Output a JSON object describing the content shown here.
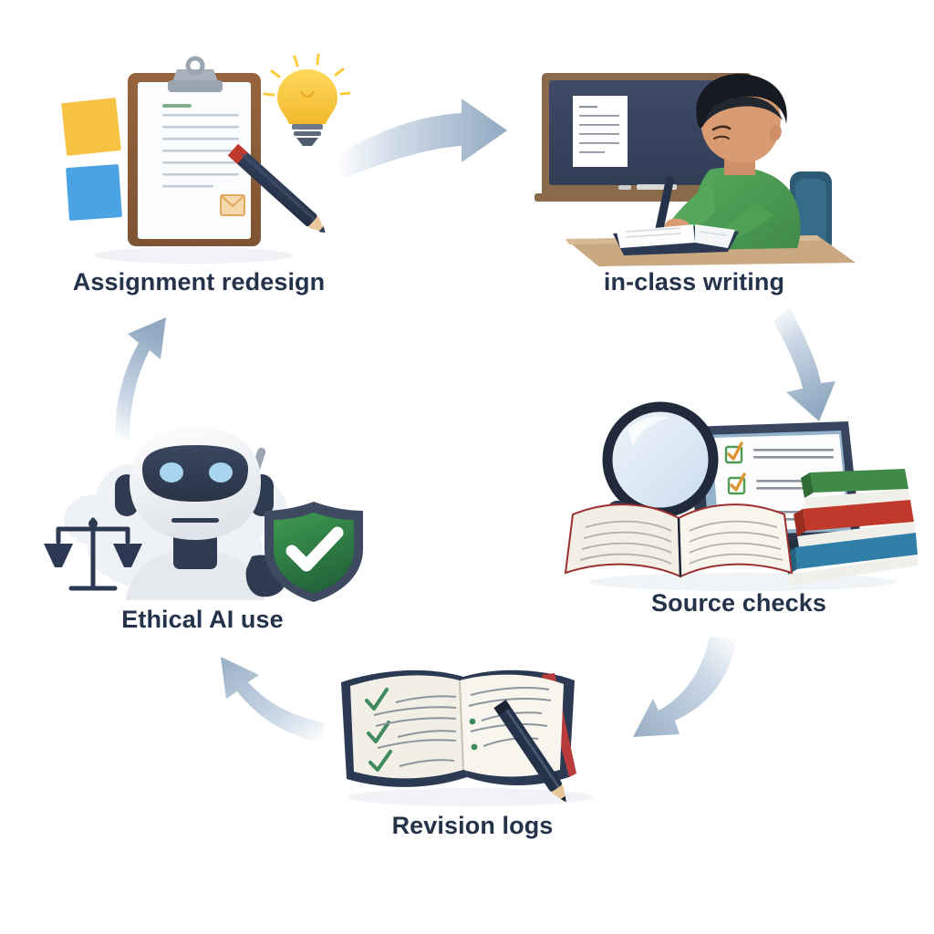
{
  "diagram": {
    "type": "cycle-diagram",
    "background_color": "#ffffff",
    "label_color": "#24324a",
    "arrow_color_head": "#8fa8c0",
    "arrow_color_tail": "#ffffff",
    "node_count": 5,
    "arrow_count": 5,
    "nodes": [
      {
        "id": "assignment-redesign",
        "label": "Assignment redesign",
        "position": "top-left",
        "icon": "clipboard-with-lightbulb-pencil-sticky-notes",
        "colors": {
          "clipboard_border": "#8a5d3b",
          "clip": "#9aa5b1",
          "paper": "#fbfcfd",
          "heading_rule": "#7fb08a",
          "sticky_yellow": "#f5c242",
          "sticky_blue": "#4ba3e3",
          "bulb": "#fccb3d",
          "pencil_body": "#2b3a52",
          "pencil_band": "#c0392b",
          "envelope": "#f0b26b"
        }
      },
      {
        "id": "in-class-writing",
        "label": "in-class writing",
        "position": "top-right",
        "icon": "student-writing-at-desk-with-chalkboard",
        "colors": {
          "board_frame": "#8a6a4a",
          "board_surface": "#38445f",
          "shirt": "#4a9a52",
          "skin": "#d99b72",
          "hair": "#171a20",
          "desk": "#c9a882",
          "chair": "#2d5b75",
          "pen": "#24324a"
        }
      },
      {
        "id": "source-checks",
        "label": "Source checks",
        "position": "right",
        "icon": "magnifier-tablet-checklist-books",
        "colors": {
          "magnifier_rim": "#2b3a52",
          "lens": "#dce7f2",
          "tablet_frame": "#2f3b50",
          "screen": "#fdfdfd",
          "check_box": "#4f9a55",
          "check_mark": "#e0942f",
          "book_green": "#3f8a46",
          "book_red": "#c0392b",
          "book_blue": "#2f7fa8",
          "open_book_pages": "#f2efe6"
        }
      },
      {
        "id": "revision-logs",
        "label": "Revision logs",
        "position": "bottom",
        "icon": "open-book-with-checkmarks-and-pencil",
        "colors": {
          "cover": "#2b3a52",
          "page_edge_red": "#b93b3b",
          "pages": "#f2efe6",
          "check_mark": "#3f8a5c",
          "rule": "#8d959f",
          "pencil_body": "#24324a",
          "pencil_tip": "#e8c89a"
        }
      },
      {
        "id": "ethical-ai-use",
        "label": "Ethical AI use",
        "position": "left",
        "icon": "robot-with-scales-and-shield",
        "colors": {
          "robot_body": "#f2f4f7",
          "visor": "#2f3b50",
          "eye": "#a8d4f0",
          "scales": "#2b3a52",
          "shield_fill": "#2f7a3e",
          "shield_rim": "#3d4a60",
          "shield_check": "#ffffff"
        }
      }
    ],
    "arrows": [
      {
        "id": "arrow-redesign-to-writing",
        "from": "assignment-redesign",
        "to": "in-class-writing",
        "direction": "right"
      },
      {
        "id": "arrow-writing-to-source",
        "from": "in-class-writing",
        "to": "source-checks",
        "direction": "down"
      },
      {
        "id": "arrow-source-to-revision",
        "from": "source-checks",
        "to": "revision-logs",
        "direction": "down-left"
      },
      {
        "id": "arrow-revision-to-ethical",
        "from": "revision-logs",
        "to": "ethical-ai-use",
        "direction": "up-left"
      },
      {
        "id": "arrow-ethical-to-redesign",
        "from": "ethical-ai-use",
        "to": "assignment-redesign",
        "direction": "up"
      }
    ]
  }
}
